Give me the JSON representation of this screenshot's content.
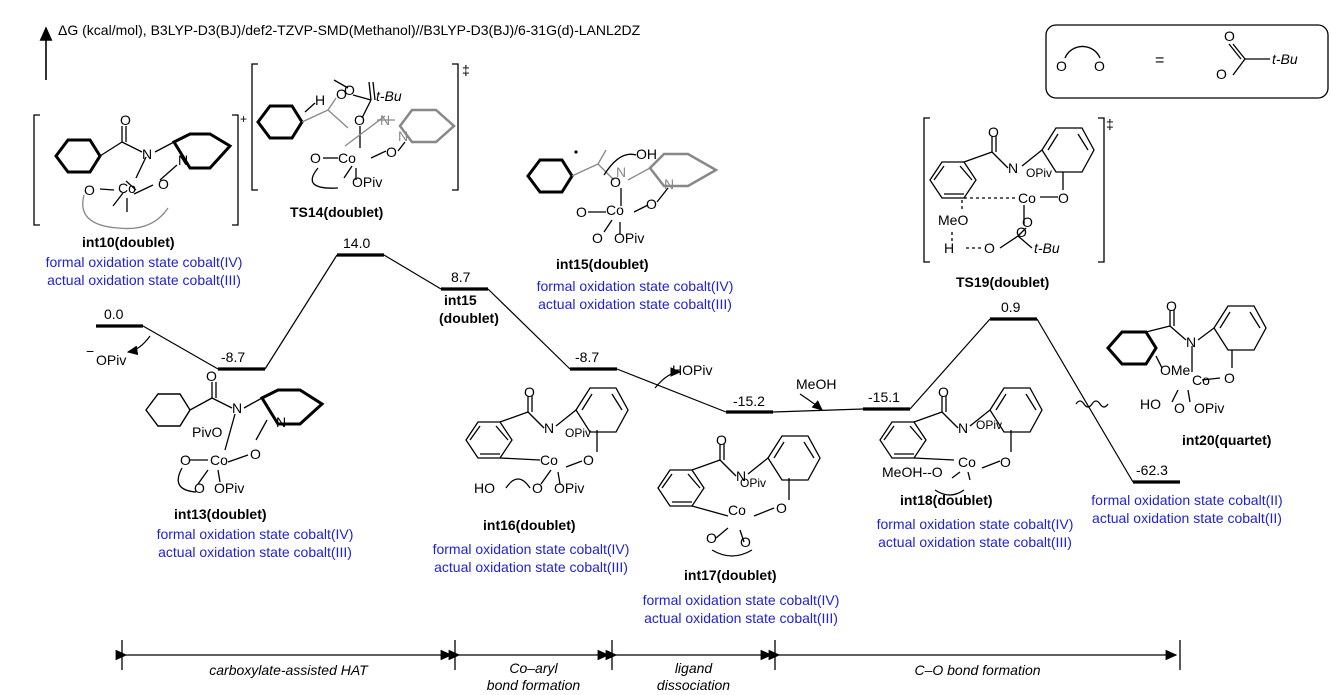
{
  "header": {
    "axis_label": "ΔG (kcal/mol), B3LYP-D3(BJ)/def2-TZVP-SMD(Methanol)//B3LYP-D3(BJ)/6-31G(d)-LANL2DZ"
  },
  "legend": {
    "left": "O    O",
    "equals": "=",
    "right_group": "t-Bu",
    "o_top": "O",
    "o_bottom": "O"
  },
  "colors": {
    "accent": "#1f1fd6",
    "ink": "#000000",
    "gray": "#888888"
  },
  "oxidation": {
    "formal_iv": "formal oxidation state cobalt(IV)",
    "actual_iii": "actual oxidation state cobalt(III)",
    "formal_ii": "formal oxidation state cobalt(II)",
    "actual_ii": "actual oxidation state cobalt(II)"
  },
  "species": [
    {
      "name": "int10(doublet)",
      "energy": "0.0"
    },
    {
      "name": "int13(doublet)",
      "energy": "-8.7"
    },
    {
      "name": "TS14(doublet)",
      "energy": "14.0"
    },
    {
      "name": "int15(doublet)",
      "energy": "8.7",
      "level_label_1": "int15",
      "level_label_2": "(doublet)"
    },
    {
      "name": "int16(doublet)",
      "energy": "-8.7"
    },
    {
      "name": "int17(doublet)",
      "energy": "-15.2"
    },
    {
      "name": "int18(doublet)",
      "energy": "-15.1"
    },
    {
      "name": "TS19(doublet)",
      "energy": "0.9"
    },
    {
      "name": "int20(quartet)",
      "energy": "-62.3"
    }
  ],
  "reagents": {
    "opiv": "OPiv",
    "hopiv": "HOPiv",
    "meoh": "MeOH"
  },
  "struct_text": {
    "n": "N",
    "o": "O",
    "co": "Co",
    "opiv": "OPiv",
    "pivo": "PivO",
    "tbu": "t-Bu",
    "oh": "OH",
    "ho": "HO",
    "h": "H",
    "meo": "MeO",
    "ome": "OMe",
    "meoh_o": "MeOH--O",
    "dagger": "‡",
    "plus": "+"
  },
  "stages": [
    {
      "line1": "carboxylate-assisted HAT",
      "line2": ""
    },
    {
      "line1": "Co–aryl",
      "line2": "bond formation"
    },
    {
      "line1": "ligand",
      "line2": "dissociation"
    },
    {
      "line1": "C–O bond formation",
      "line2": ""
    }
  ]
}
